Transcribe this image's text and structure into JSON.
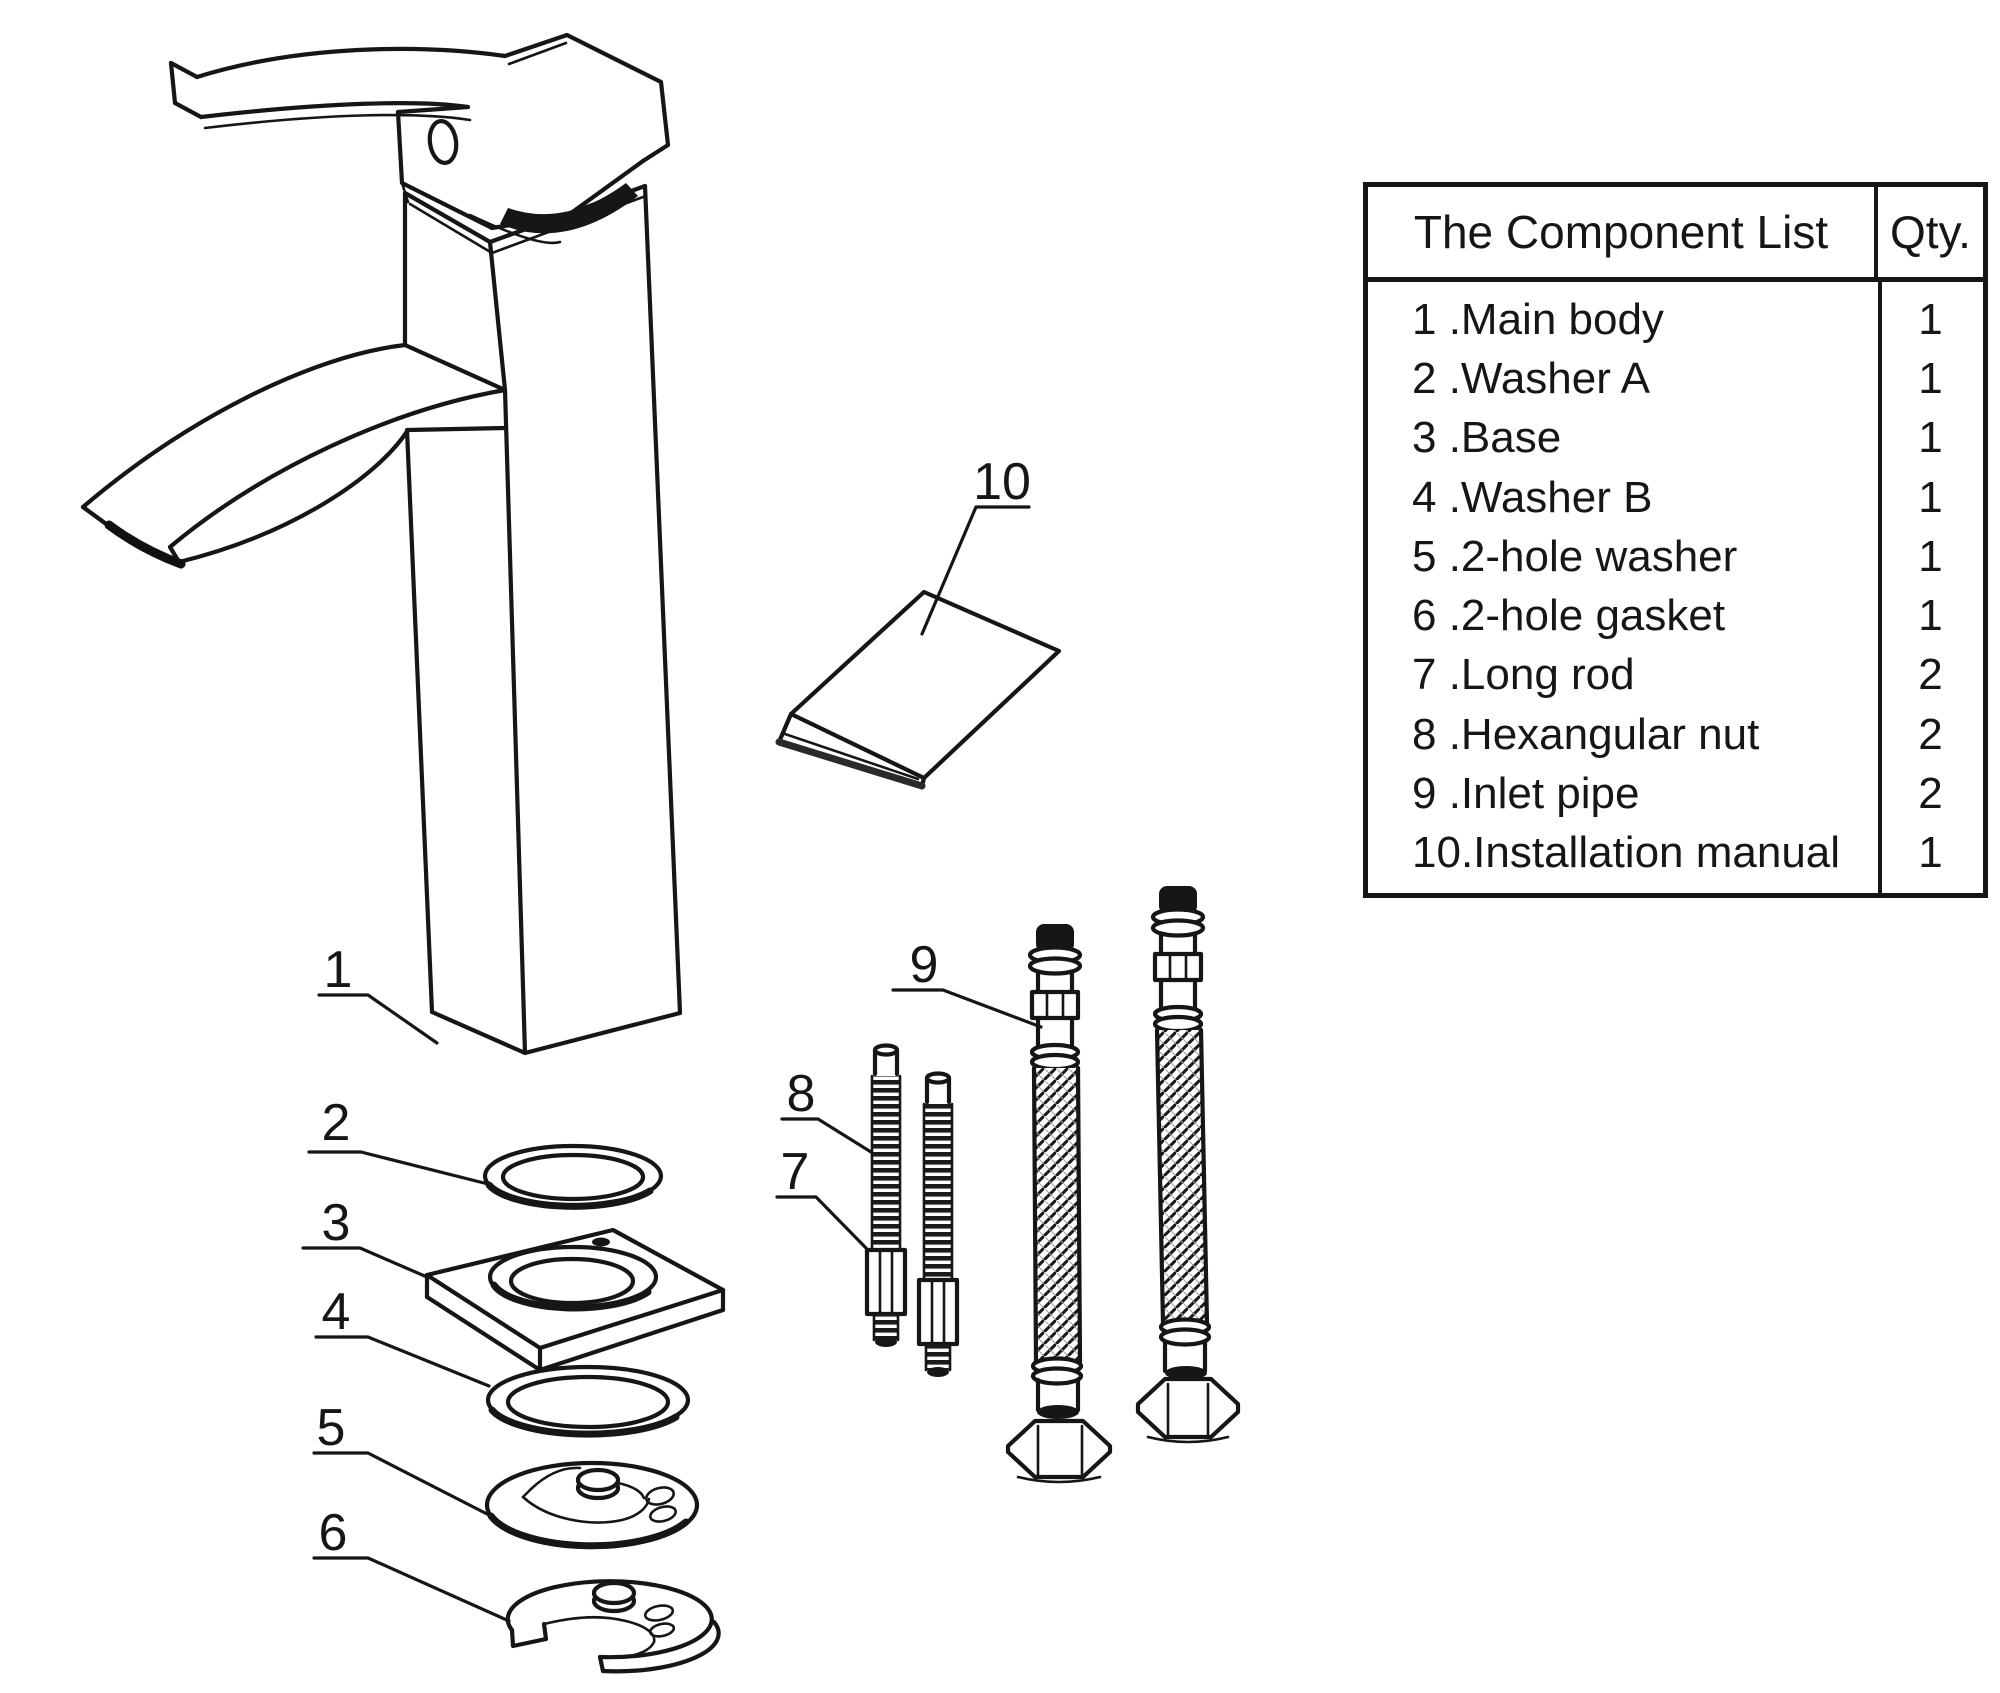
{
  "page": {
    "background": "#ffffff",
    "line_color": "#161616"
  },
  "diagram": {
    "labels": [
      {
        "text": "1"
      },
      {
        "text": "2"
      },
      {
        "text": "3"
      },
      {
        "text": "4"
      },
      {
        "text": "5"
      },
      {
        "text": "6"
      },
      {
        "text": "7"
      },
      {
        "text": "8"
      },
      {
        "text": "9"
      },
      {
        "text": "10"
      }
    ]
  },
  "table": {
    "header": {
      "component": "The Component List",
      "qty": "Qty."
    },
    "rows": [
      {
        "label": "1 .Main body",
        "qty": "1"
      },
      {
        "label": "2 .Washer A",
        "qty": "1"
      },
      {
        "label": "3 .Base",
        "qty": "1"
      },
      {
        "label": "4 .Washer B",
        "qty": "1"
      },
      {
        "label": "5 .2-hole washer",
        "qty": "1"
      },
      {
        "label": "6 .2-hole gasket",
        "qty": "1"
      },
      {
        "label": "7 .Long rod",
        "qty": "2"
      },
      {
        "label": "8 .Hexangular nut",
        "qty": "2"
      },
      {
        "label": "9 .Inlet pipe",
        "qty": "2"
      },
      {
        "label": "10.Installation manual",
        "qty": "1"
      }
    ]
  }
}
